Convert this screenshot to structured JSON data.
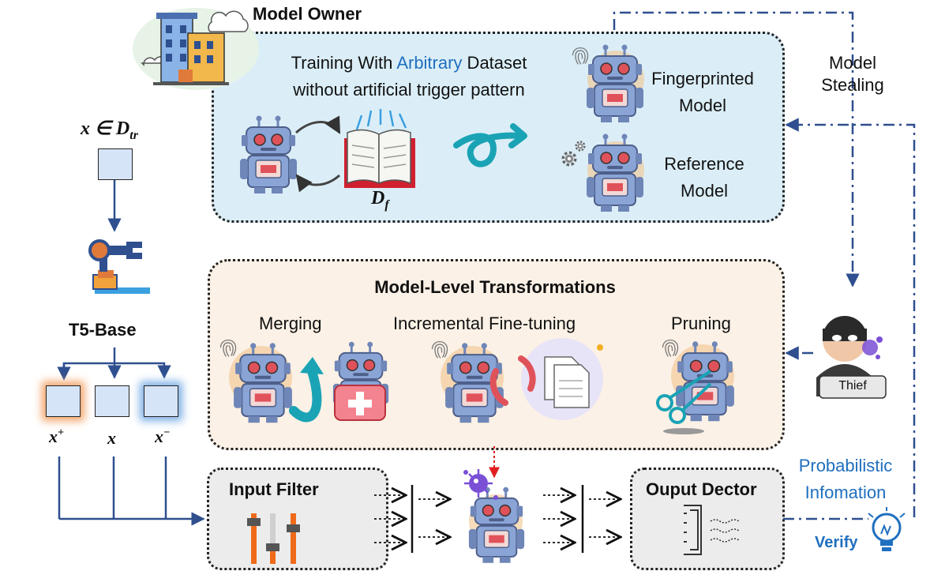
{
  "owner": {
    "title": "Model Owner",
    "training_line1_pre": "Training With ",
    "training_line1_hl": "Arbitrary",
    "training_line1_post": " Dataset",
    "training_line2": "without artificial trigger pattern",
    "dataset_label": "D",
    "dataset_sub": "f",
    "fingerprinted_line1": "Fingerprinted",
    "fingerprinted_line2": "Model",
    "reference_line1": "Reference",
    "reference_line2": "Model"
  },
  "left": {
    "input_label": "x ∈ D",
    "input_sub": "tr",
    "encoder_label": "T5-Base",
    "pos_label": "x",
    "pos_sup": "+",
    "orig_label": "x",
    "neg_label": "x",
    "neg_sup": "−"
  },
  "stealing": {
    "line1": "Model",
    "line2": "Stealing",
    "thief_label": "Thief"
  },
  "transforms": {
    "title": "Model-Level Transformations",
    "merging": "Merging",
    "finetuning": "Incremental Fine-tuning",
    "pruning": "Pruning"
  },
  "pipeline": {
    "input_filter": "Input Filter",
    "output_detector": "Ouput Dector",
    "prob_line1": "Probabilistic",
    "prob_line2": "Infomation",
    "verify": "Verify"
  },
  "colors": {
    "arrow_blue": "#2f4f8f",
    "accent_blue": "#1f6fbf",
    "owner_bg": "#dbeef7",
    "trans_bg": "#fbf1e6",
    "box_gray": "#ececec",
    "robot_body": "#8aa4d6",
    "robot_eye": "#e0525a",
    "teal": "#1aa3b5"
  }
}
